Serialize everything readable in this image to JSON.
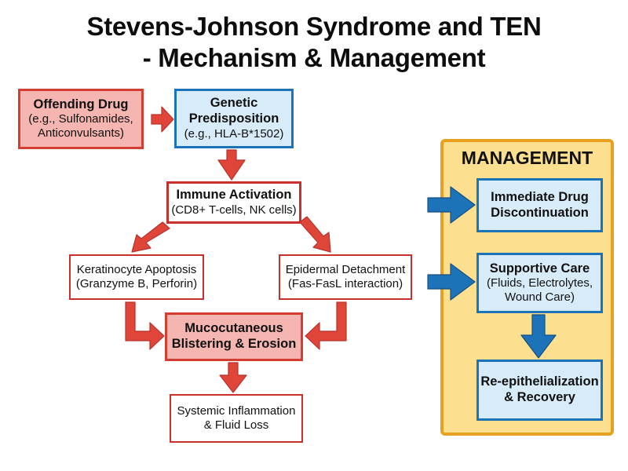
{
  "title": {
    "line1": "Stevens-Johnson Syndrome and TEN",
    "line2": "- Mechanism & Management"
  },
  "mechanism": {
    "offending_drug": {
      "title": "Offending Drug",
      "detail1": "(e.g., Sulfonamides,",
      "detail2": "Anticonvulsants)"
    },
    "genetic": {
      "title1": "Genetic",
      "title2": "Predisposition",
      "detail": "(e.g., HLA-B*1502)"
    },
    "immune": {
      "title": "Immune Activation",
      "detail": "(CD8+ T-cells, NK cells)"
    },
    "keratinocyte": {
      "line1": "Keratinocyte Apoptosis",
      "line2": "(Granzyme B, Perforin)"
    },
    "epidermal": {
      "line1": "Epidermal Detachment",
      "line2": "(Fas-FasL interaction)"
    },
    "mucocutaneous": {
      "title1": "Mucocutaneous",
      "title2": "Blistering & Erosion"
    },
    "systemic": {
      "line1": "Systemic Inflammation",
      "line2": "& Fluid Loss"
    }
  },
  "management": {
    "header": "MANAGEMENT",
    "drug_discontinuation": {
      "title1": "Immediate Drug",
      "title2": "Discontinuation"
    },
    "supportive": {
      "title": "Supportive Care",
      "detail1": "(Fluids, Electrolytes,",
      "detail2": "Wound Care)"
    },
    "recovery": {
      "title1": "Re-epithelialization",
      "title2": "& Recovery"
    }
  },
  "colors": {
    "mechanism_arrow": "#e0453a",
    "management_arrow": "#1d73b8",
    "panel_fill": "#fcdf8f",
    "panel_border": "#e8a020"
  }
}
